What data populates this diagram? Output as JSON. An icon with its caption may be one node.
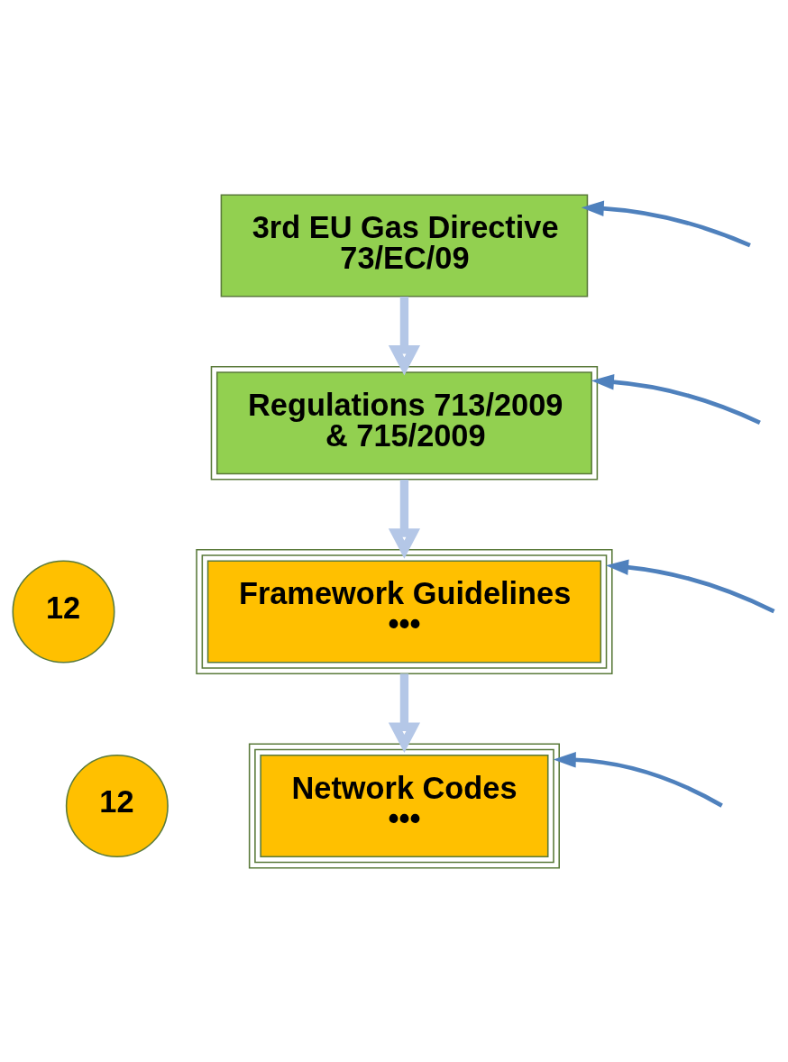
{
  "diagram": {
    "nodes": [
      {
        "text": [
          "3rd EU Gas Directive 73/EC/09"
        ]
      },
      {
        "text": [
          "Regulations 713/2009 & 715/2009"
        ]
      },
      {
        "text": [
          "Framework Guidelines",
          "•••"
        ]
      },
      {
        "text": [
          "Network Codes",
          "•••"
        ]
      },
      {
        "text": [
          "12"
        ]
      },
      {
        "text": [
          "12"
        ]
      }
    ],
    "edges": [
      {
        "from": 0,
        "to": 1,
        "arrow": "to",
        "style": "thick",
        "color": "#b4c7e7"
      },
      {
        "from": 1,
        "to": 2,
        "arrow": "to",
        "style": "thick",
        "color": "#b4c7e7"
      },
      {
        "from": 2,
        "to": 3,
        "arrow": "to",
        "style": "thick",
        "color": "#b4c7e7"
      },
      {
        "from": null,
        "to": 0,
        "arrow": "to"
      },
      {
        "from": null,
        "to": 1,
        "arrow": "to"
      },
      {
        "from": null,
        "to": 2,
        "arrow": "to"
      },
      {
        "from": null,
        "to": 3,
        "arrow": "to"
      }
    ]
  }
}
